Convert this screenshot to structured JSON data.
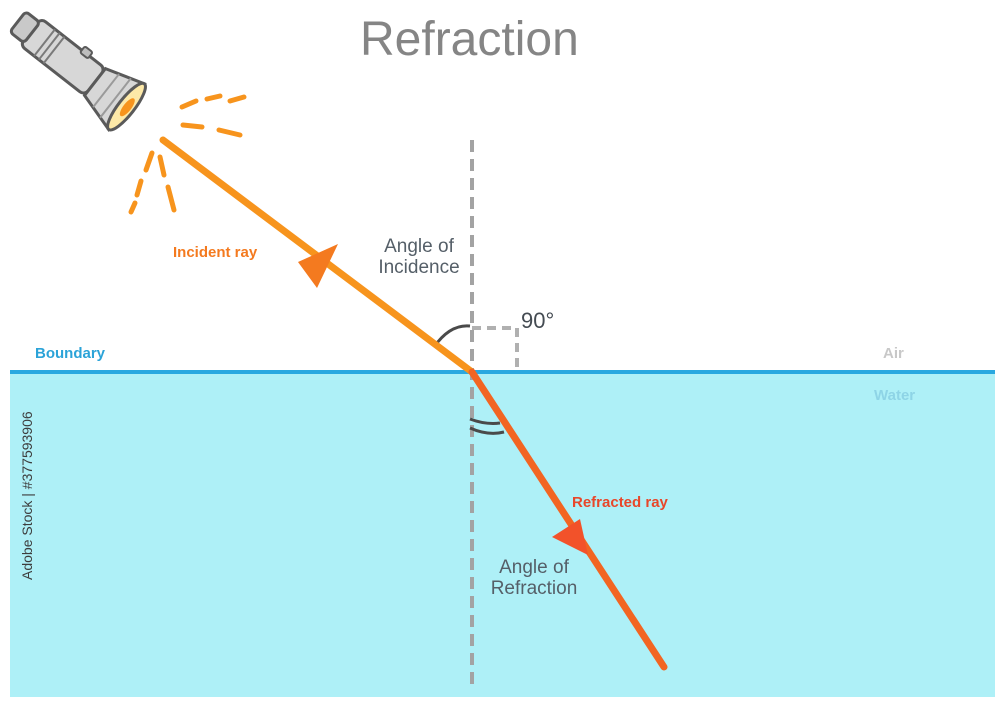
{
  "title": "Refraction",
  "labels": {
    "incident_ray": "Incident ray",
    "refracted_ray": "Refracted ray",
    "angle_of_incidence_line1": "Angle of",
    "angle_of_incidence_line2": "Incidence",
    "angle_of_refraction_line1": "Angle of",
    "angle_of_refraction_line2": "Refraction",
    "right_angle": "90°",
    "boundary": "Boundary",
    "air": "Air",
    "water": "Water"
  },
  "credit": "Adobe Stock | #377593906",
  "colors": {
    "title": "#858585",
    "incident_ray": "#f7941d",
    "refracted_ray": "#f26522",
    "incident_label": "#f47a1f",
    "refracted_label": "#e8472a",
    "boundary_line": "#29a8e0",
    "water": "#aef0f7",
    "normal_line": "#a3a3a3",
    "flashlight_body": "#d7d7d7",
    "light_dash": "#f7941d"
  },
  "icons": {
    "flashlight": "flashlight-icon"
  }
}
